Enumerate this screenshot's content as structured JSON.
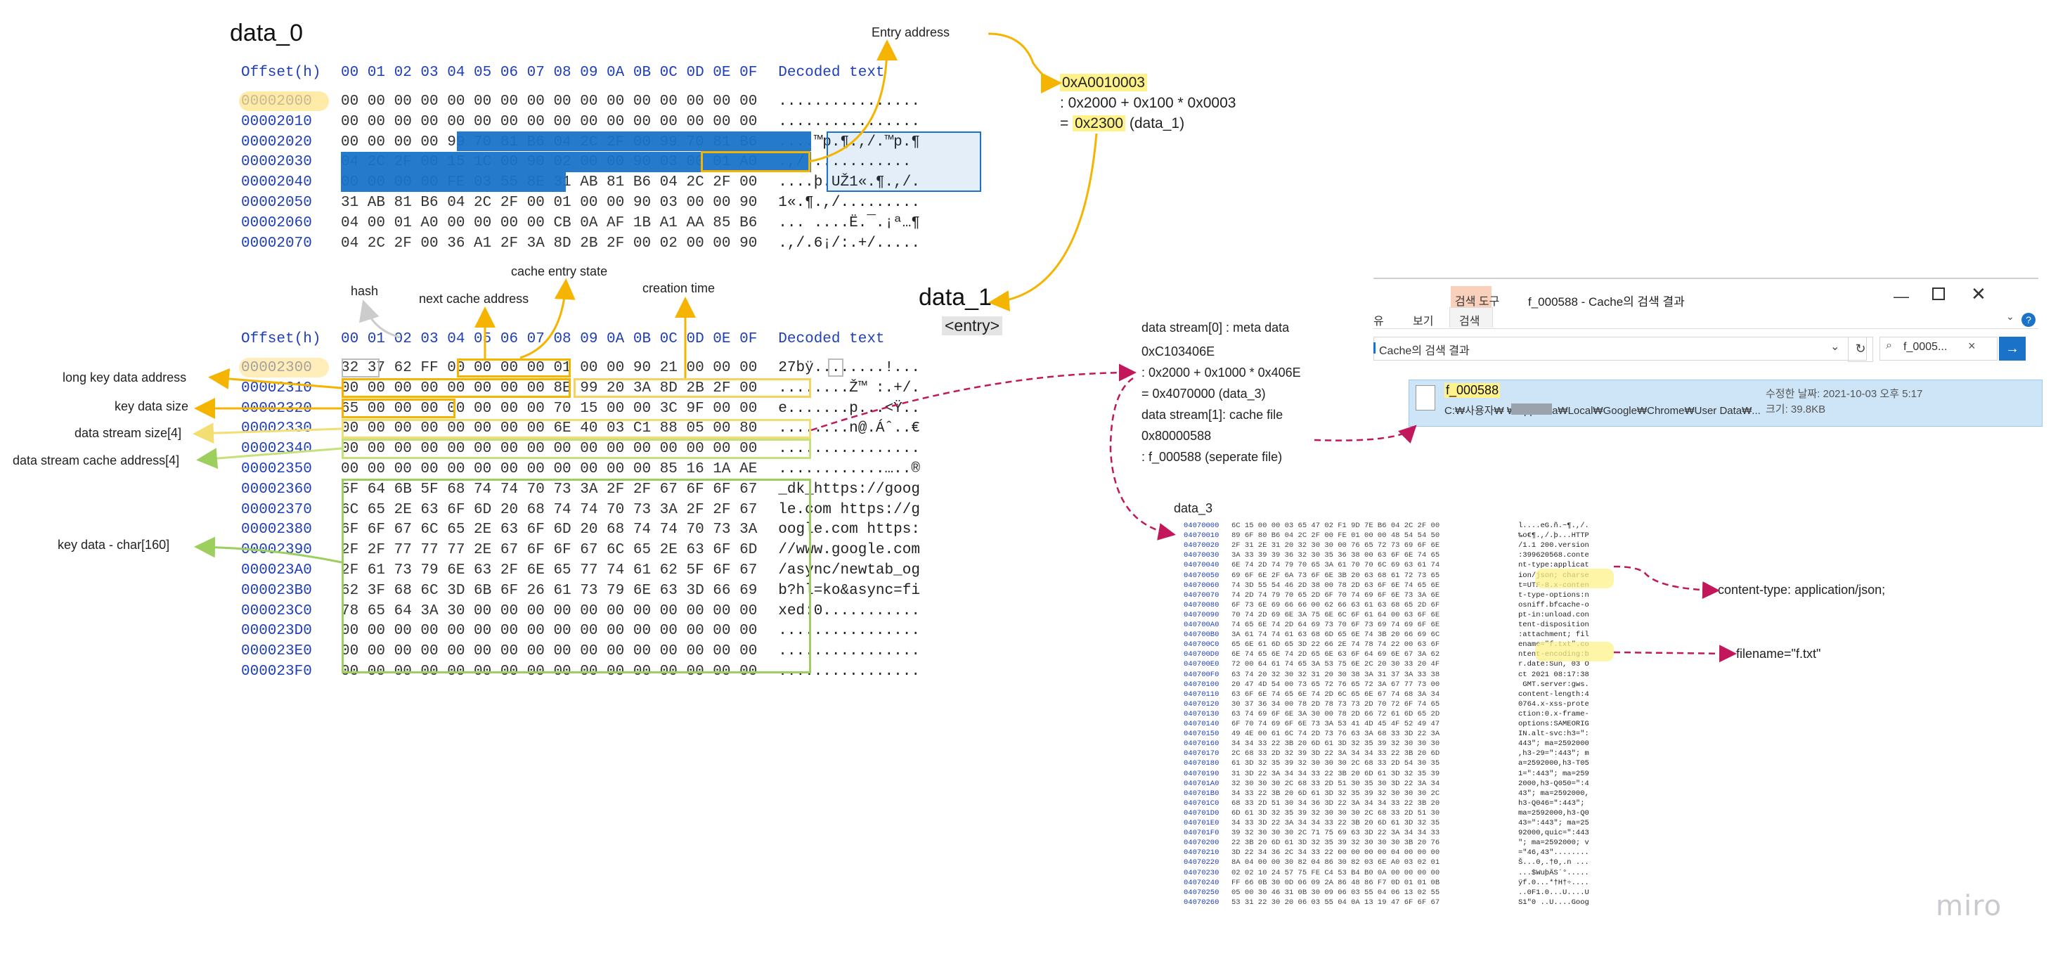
{
  "data0": {
    "title": "data_0",
    "header": {
      "offset": "Offset(h)",
      "bytes": "00 01 02 03 04 05 06 07 08 09 0A 0B 0C 0D 0E 0F",
      "decoded": "Decoded text"
    },
    "rows": [
      {
        "off": "00002000",
        "bytes": "00 00 00 00 00 00 00 00 00 00 00 00 00 00 00 00",
        "dec": "................"
      },
      {
        "off": "00002010",
        "bytes": "00 00 00 00 00 00 00 00 00 00 00 00 00 00 00 00",
        "dec": "................"
      },
      {
        "off": "00002020",
        "bytes": "00 00 00 00 99 70 81 B6 04 2C 2F 00 99 70 81 B6",
        "dec": "....™p.¶.,/.™p.¶"
      },
      {
        "off": "00002030",
        "bytes": "04 2C 2F 00 15 1C 00 90 02 00 00 90 03 00 01 A0",
        "dec": ".,/............ "
      },
      {
        "off": "00002040",
        "bytes": "00 00 00 00 FE 03 55 8E 31 AB 81 B6 04 2C 2F 00",
        "dec": "....þ.UŽ1«.¶.,/."
      },
      {
        "off": "00002050",
        "bytes": "31 AB 81 B6 04 2C 2F 00 01 00 00 90 03 00 00 90",
        "dec": "1«.¶.,/........."
      },
      {
        "off": "00002060",
        "bytes": "04 00 01 A0 00 00 00 00 CB 0A AF 1B A1 AA 85 B6",
        "dec": "... ....Ë.¯.¡ª…¶"
      },
      {
        "off": "00002070",
        "bytes": "04 2C 2F 00 36 A1 2F 3A 8D 2B 2F 00 02 00 00 90",
        "dec": ".,/.6¡/:.+/....."
      }
    ]
  },
  "entry_address": {
    "label": "Entry address",
    "value": "0xA0010003",
    "calc1": ": 0x2000 + 0x100 * 0x0003",
    "calc2_prefix": "= ",
    "calc2_value": "0x2300",
    "calc2_suffix": " (data_1)"
  },
  "data1": {
    "title": "data_1",
    "tag": "<entry>",
    "header": {
      "offset": "Offset(h)",
      "bytes": "00 01 02 03 04 05 06 07 08 09 0A 0B 0C 0D 0E 0F",
      "decoded": "Decoded text"
    },
    "rows": [
      {
        "off": "00002300",
        "bytes": "32 37 62 FF 00 00 00 00 01 00 00 90 21 00 00 00",
        "dec": "27bÿ........!..."
      },
      {
        "off": "00002310",
        "bytes": "00 00 00 00 00 00 00 00 8E 99 20 3A 8D 2B 2F 00",
        "dec": "........Ž™ :.+/."
      },
      {
        "off": "00002320",
        "bytes": "65 00 00 00 00 00 00 00 70 15 00 00 3C 9F 00 00",
        "dec": "e.......p...<Ÿ.."
      },
      {
        "off": "00002330",
        "bytes": "00 00 00 00 00 00 00 00 6E 40 03 C1 88 05 00 80",
        "dec": "........n@.Áˆ..€"
      },
      {
        "off": "00002340",
        "bytes": "00 00 00 00 00 00 00 00 00 00 00 00 00 00 00 00",
        "dec": "................"
      },
      {
        "off": "00002350",
        "bytes": "00 00 00 00 00 00 00 00 00 00 00 00 85 16 1A AE",
        "dec": "............…..®"
      },
      {
        "off": "00002360",
        "bytes": "5F 64 6B 5F 68 74 74 70 73 3A 2F 2F 67 6F 6F 67",
        "dec": "_dk_https://goog"
      },
      {
        "off": "00002370",
        "bytes": "6C 65 2E 63 6F 6D 20 68 74 74 70 73 3A 2F 2F 67",
        "dec": "le.com https://g"
      },
      {
        "off": "00002380",
        "bytes": "6F 6F 67 6C 65 2E 63 6F 6D 20 68 74 74 70 73 3A",
        "dec": "oogle.com https:"
      },
      {
        "off": "00002390",
        "bytes": "2F 2F 77 77 77 2E 67 6F 6F 67 6C 65 2E 63 6F 6D",
        "dec": "//www.google.com"
      },
      {
        "off": "000023A0",
        "bytes": "2F 61 73 79 6E 63 2F 6E 65 77 74 61 62 5F 6F 67",
        "dec": "/async/newtab_og"
      },
      {
        "off": "000023B0",
        "bytes": "62 3F 68 6C 3D 6B 6F 26 61 73 79 6E 63 3D 66 69",
        "dec": "b?hl=ko&async=fi"
      },
      {
        "off": "000023C0",
        "bytes": "78 65 64 3A 30 00 00 00 00 00 00 00 00 00 00 00",
        "dec": "xed:0..........."
      },
      {
        "off": "000023D0",
        "bytes": "00 00 00 00 00 00 00 00 00 00 00 00 00 00 00 00",
        "dec": "................"
      },
      {
        "off": "000023E0",
        "bytes": "00 00 00 00 00 00 00 00 00 00 00 00 00 00 00 00",
        "dec": "................"
      },
      {
        "off": "000023F0",
        "bytes": "00 00 00 00 00 00 00 00 00 00 00 00 00 00 00 00",
        "dec": "................"
      }
    ]
  },
  "annotations": {
    "hash": "hash",
    "next_cache_address": "next cache address",
    "cache_entry_state": "cache entry state",
    "creation_time": "creation time",
    "long_key_data_address": "long key data address",
    "key_data_size": "key data size",
    "data_stream_size": "data stream size[4]",
    "data_stream_cache_address": "data stream cache address[4]",
    "key_data": "key data - char[160]"
  },
  "streams": {
    "meta_title": "data stream[0] : meta data",
    "meta_value": "0xC103406E",
    "meta_calc1": ": 0x2000 + 0x1000 * 0x406E",
    "meta_calc2": "= 0x4070000 (data_3)",
    "file_title": "data stream[1]: cache file",
    "file_value": "0x80000588",
    "file_calc": ": f_000588 (seperate file)"
  },
  "explorer": {
    "tool_tab": "검색 도구",
    "window_title": "f_000588 - Cache의 검색 결과",
    "ribbon": [
      "유",
      "보기",
      "검색"
    ],
    "address": "Cache의 검색 결과",
    "search_value": "f_0005...",
    "file_name": "f_000588",
    "file_path": "C:₩사용자₩ ₩AppData₩Local₩Google₩Chrome₩User Data₩...",
    "modified": "수정한 날짜: 2021-10-03 오후 5:17",
    "size": "크기: 39.8KB"
  },
  "data3": {
    "title": "data_3",
    "rows": [
      {
        "off": "04070000",
        "hex": "6C 15 00 00 03 65 47 02 F1 9D 7E B6 04 2C 2F 00",
        "dec": "l....eG.ñ.~¶.,/."
      },
      {
        "off": "04070010",
        "hex": "89 6F 80 B6 04 2C 2F 00 FE 01 00 00 48 54 54 50",
        "dec": "‰o€¶.,/.þ...HTTP"
      },
      {
        "off": "04070020",
        "hex": "2F 31 2E 31 20 32 30 30 00 76 65 72 73 69 6F 6E",
        "dec": "/1.1 200.version"
      },
      {
        "off": "04070030",
        "hex": "3A 33 39 39 36 32 30 35 36 38 00 63 6F 6E 74 65",
        "dec": ":399620568.conte"
      },
      {
        "off": "04070040",
        "hex": "6E 74 2D 74 79 70 65 3A 61 70 70 6C 69 63 61 74",
        "dec": "nt-type:applicat"
      },
      {
        "off": "04070050",
        "hex": "69 6F 6E 2F 6A 73 6F 6E 3B 20 63 68 61 72 73 65",
        "dec": "ion/json; charse"
      },
      {
        "off": "04070060",
        "hex": "74 3D 55 54 46 2D 38 00 78 2D 63 6F 6E 74 65 6E",
        "dec": "t=UTF-8.x-conten"
      },
      {
        "off": "04070070",
        "hex": "74 2D 74 79 70 65 2D 6F 70 74 69 6F 6E 73 3A 6E",
        "dec": "t-type-options:n"
      },
      {
        "off": "04070080",
        "hex": "6F 73 6E 69 66 66 00 62 66 63 61 63 68 65 2D 6F",
        "dec": "osniff.bfcache-o"
      },
      {
        "off": "04070090",
        "hex": "70 74 2D 69 6E 3A 75 6E 6C 6F 61 64 00 63 6F 6E",
        "dec": "pt-in:unload.con"
      },
      {
        "off": "040700A0",
        "hex": "74 65 6E 74 2D 64 69 73 70 6F 73 69 74 69 6F 6E",
        "dec": "tent-disposition"
      },
      {
        "off": "040700B0",
        "hex": "3A 61 74 74 61 63 68 6D 65 6E 74 3B 20 66 69 6C",
        "dec": ":attachment; fil"
      },
      {
        "off": "040700C0",
        "hex": "65 6E 61 6D 65 3D 22 66 2E 74 78 74 22 00 63 6F",
        "dec": "ename=\"f.txt\".co"
      },
      {
        "off": "040700D0",
        "hex": "6E 74 65 6E 74 2D 65 6E 63 6F 64 69 6E 67 3A 62",
        "dec": "ntent-encoding:b"
      },
      {
        "off": "040700E0",
        "hex": "72 00 64 61 74 65 3A 53 75 6E 2C 20 30 33 20 4F",
        "dec": "r.date:Sun, 03 O"
      },
      {
        "off": "040700F0",
        "hex": "63 74 20 32 30 32 31 20 30 38 3A 31 37 3A 33 38",
        "dec": "ct 2021 08:17:38"
      },
      {
        "off": "04070100",
        "hex": "20 47 4D 54 00 73 65 72 76 65 72 3A 67 77 73 00",
        "dec": " GMT.server:gws."
      },
      {
        "off": "04070110",
        "hex": "63 6F 6E 74 65 6E 74 2D 6C 65 6E 67 74 68 3A 34",
        "dec": "content-length:4"
      },
      {
        "off": "04070120",
        "hex": "30 37 36 34 00 78 2D 78 73 73 2D 70 72 6F 74 65",
        "dec": "0764.x-xss-prote"
      },
      {
        "off": "04070130",
        "hex": "63 74 69 6F 6E 3A 30 00 78 2D 66 72 61 6D 65 2D",
        "dec": "ction:0.x-frame-"
      },
      {
        "off": "04070140",
        "hex": "6F 70 74 69 6F 6E 73 3A 53 41 4D 45 4F 52 49 47",
        "dec": "options:SAMEORIG"
      },
      {
        "off": "04070150",
        "hex": "49 4E 00 61 6C 74 2D 73 76 63 3A 68 33 3D 22 3A",
        "dec": "IN.alt-svc:h3=\":"
      },
      {
        "off": "04070160",
        "hex": "34 34 33 22 3B 20 6D 61 3D 32 35 39 32 30 30 30",
        "dec": "443\"; ma=2592000"
      },
      {
        "off": "04070170",
        "hex": "2C 68 33 2D 32 39 3D 22 3A 34 34 33 22 3B 20 6D",
        "dec": ",h3-29=\":443\"; m"
      },
      {
        "off": "04070180",
        "hex": "61 3D 32 35 39 32 30 30 30 2C 68 33 2D 54 30 35",
        "dec": "a=2592000,h3-T05"
      },
      {
        "off": "04070190",
        "hex": "31 3D 22 3A 34 34 33 22 3B 20 6D 61 3D 32 35 39",
        "dec": "1=\":443\"; ma=259"
      },
      {
        "off": "040701A0",
        "hex": "32 30 30 30 2C 68 33 2D 51 30 35 30 3D 22 3A 34",
        "dec": "2000,h3-Q050=\":4"
      },
      {
        "off": "040701B0",
        "hex": "34 33 22 3B 20 6D 61 3D 32 35 39 32 30 30 30 2C",
        "dec": "43\"; ma=2592000,"
      },
      {
        "off": "040701C0",
        "hex": "68 33 2D 51 30 34 36 3D 22 3A 34 34 33 22 3B 20",
        "dec": "h3-Q046=\":443\"; "
      },
      {
        "off": "040701D0",
        "hex": "6D 61 3D 32 35 39 32 30 30 30 2C 68 33 2D 51 30",
        "dec": "ma=2592000,h3-Q0"
      },
      {
        "off": "040701E0",
        "hex": "34 33 3D 22 3A 34 34 33 22 3B 20 6D 61 3D 32 35",
        "dec": "43=\":443\"; ma=25"
      },
      {
        "off": "040701F0",
        "hex": "39 32 30 30 30 2C 71 75 69 63 3D 22 3A 34 34 33",
        "dec": "92000,quic=\":443"
      },
      {
        "off": "04070200",
        "hex": "22 3B 20 6D 61 3D 32 35 39 32 30 30 30 3B 20 76",
        "dec": "\"; ma=2592000; v"
      },
      {
        "off": "04070210",
        "hex": "3D 22 34 36 2C 34 33 22 00 00 00 00 04 00 00 00",
        "dec": "=\"46,43\"........"
      },
      {
        "off": "04070220",
        "hex": "8A 04 00 00 30 82 04 86 30 82 03 6E A0 03 02 01",
        "dec": "Š...0‚.†0‚.n ..."
      },
      {
        "off": "04070230",
        "hex": "02 02 10 24 57 75 FE C4 53 B4 B0 0A 00 00 00 00",
        "dec": "...$WuþÄS´°....."
      },
      {
        "off": "04070240",
        "hex": "FF 66 0B 30 0D 06 09 2A 86 48 86 F7 0D 01 01 0B",
        "dec": "ÿf.0...*†H†÷...."
      },
      {
        "off": "04070250",
        "hex": "05 00 30 46 31 0B 30 09 06 03 55 04 06 13 02 55",
        "dec": "..0F1.0...U....U"
      },
      {
        "off": "04070260",
        "hex": "53 31 22 30 20 06 03 55 04 0A 13 19 47 6F 6F 67",
        "dec": "S1\"0 ..U....Goog"
      }
    ]
  },
  "outputs": {
    "content_type": "content-type: application/json;",
    "filename": "filename=\"f.txt\""
  },
  "watermark": "miro"
}
